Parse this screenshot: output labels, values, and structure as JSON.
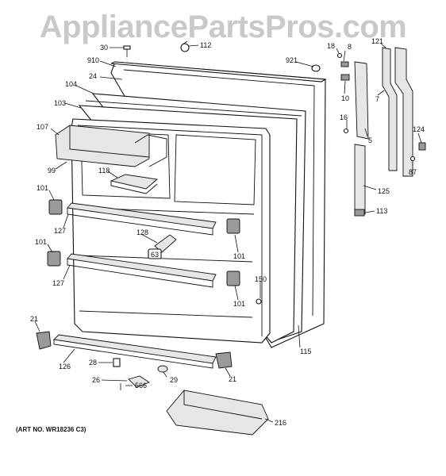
{
  "watermark": "AppliancePartsPros.com",
  "art_number": "(ART NO. WR18236 C3)",
  "parts": [
    "30",
    "112",
    "910",
    "24",
    "921",
    "18",
    "8",
    "121",
    "10",
    "7",
    "104",
    "103",
    "107",
    "16",
    "5",
    "124",
    "99",
    "118",
    "87",
    "101",
    "125",
    "113",
    "127",
    "128",
    "101",
    "101",
    "63",
    "127",
    "150",
    "101",
    "21",
    "115",
    "126",
    "28",
    "21",
    "29",
    "26",
    "566",
    "216"
  ]
}
